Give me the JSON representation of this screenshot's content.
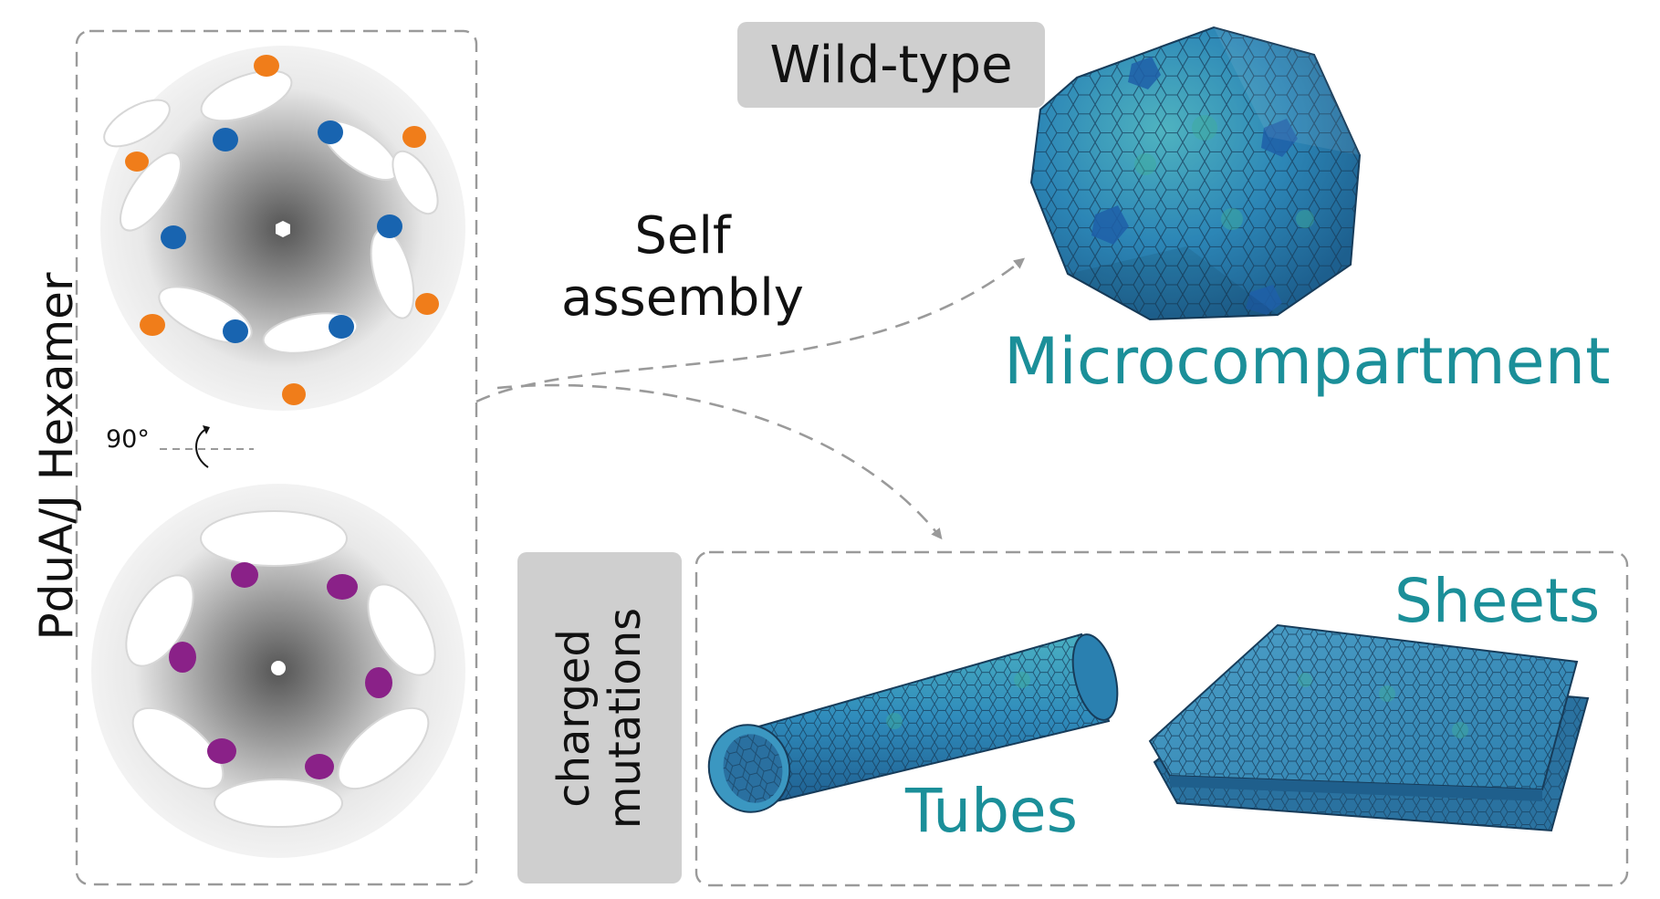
{
  "left_panel": {
    "vertical_title": "PduA/J Hexamer",
    "rotation_label": "90°"
  },
  "center": {
    "line1": "Self",
    "line2": "assembly"
  },
  "wild_type": {
    "tag": "Wild-type",
    "caption": "Microcompartment"
  },
  "mutant": {
    "tag_line1": "charged",
    "tag_line2": "mutations",
    "tubes_label": "Tubes",
    "sheets_label": "Sheets"
  },
  "colors": {
    "teal_text": "#1b8f99",
    "pill_bg": "#cfcfcf",
    "dash": "#9a9a9a",
    "orange_patch": "#f07d1a",
    "blue_patch": "#1864b0",
    "purple_patch": "#8a2188",
    "shell_blue": "#2c86b6",
    "shell_green": "#3fae9a"
  }
}
